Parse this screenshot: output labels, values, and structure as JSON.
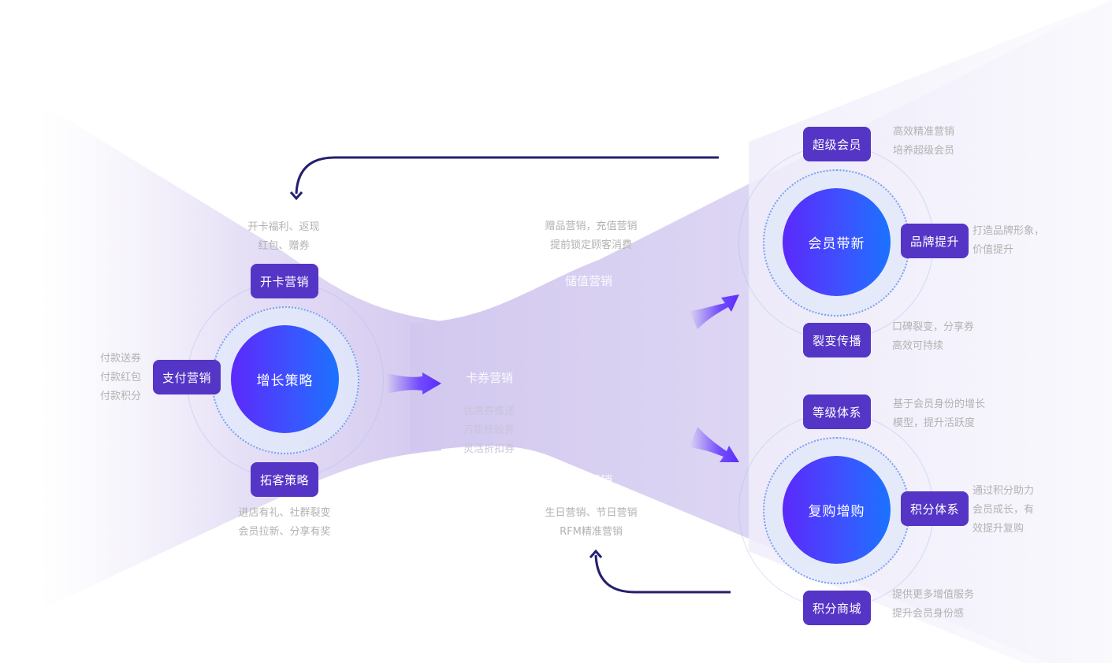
{
  "left": {
    "hub": "增长策略",
    "top_pill": "开卡营销",
    "top_desc": [
      "开卡福利、返现",
      "红包、赠券"
    ],
    "left_pill": "支付营销",
    "left_desc": [
      "付款送券",
      "付款红包",
      "付款积分"
    ],
    "bottom_pill": "拓客策略",
    "bottom_desc": [
      "进店有礼、社群裂变",
      "会员拉新、分享有奖"
    ]
  },
  "middle": {
    "top_desc": [
      "赠品营销，充值营销",
      "提前锁定顾客消费"
    ],
    "top_label": "储值营销",
    "center_label": "卡券营销",
    "center_desc": [
      "优惠券推送",
      "万能核验券",
      "灵活折扣券"
    ],
    "bottom_label": "个性营销",
    "bottom_desc": [
      "生日营销、节日营销",
      "RFM精准营销"
    ]
  },
  "right_top": {
    "hub": "会员带新",
    "top_pill": "超级会员",
    "top_desc": [
      "高效精准营销",
      "培养超级会员"
    ],
    "right_pill": "品牌提升",
    "right_desc": [
      "打造品牌形象，",
      "价值提升"
    ],
    "bottom_pill": "裂变传播",
    "bottom_desc": [
      "口碑裂变，分享券",
      "高效可持续"
    ]
  },
  "right_bottom": {
    "hub": "复购增购",
    "top_pill": "等级体系",
    "top_desc": [
      "基于会员身份的增长",
      "模型，提升活跃度"
    ],
    "right_pill": "积分体系",
    "right_desc": [
      "通过积分助力",
      "会员成长，有",
      "效提升复购"
    ],
    "bottom_pill": "积分商城",
    "bottom_desc": [
      "提供更多增值服务",
      "提升会员身份感"
    ]
  },
  "colors": {
    "pill": "#5535c6",
    "hub_start": "#5c29fb",
    "hub_end": "#1b72ff",
    "loop_arrow": "#231f6e",
    "flow_arrow": "#5a2cff",
    "description_text": "#b2b2b2"
  }
}
